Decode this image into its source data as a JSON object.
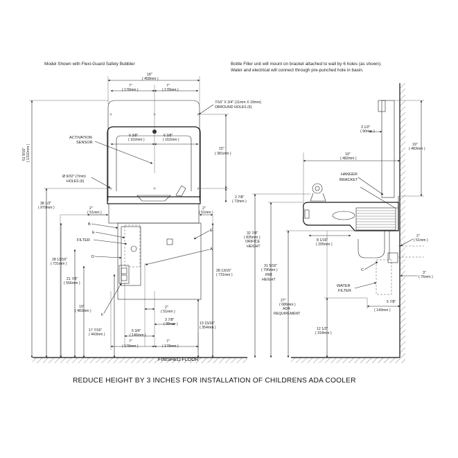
{
  "notes": {
    "left": "Model Shown with Flexi-Guard Safety Bubbler",
    "right_line1": "Bottle Filler unit will mount on bracket attached to wall by 6 holes (as shown).",
    "right_line2": "Water and electrical will connect through pre-punched hole in basin."
  },
  "front_view": {
    "width": "18\"",
    "width_mm": "( 458mm )",
    "d7a": "7\"",
    "d7a_mm": "( 178mm )",
    "d7b": "7\"",
    "d7b_mm": "( 178mm )",
    "obround": "7/16\" X 3/4\" (11mm X 19mm)",
    "obround2": "OBROUND HOLES (6)",
    "activation": "ACTIVATION",
    "sensor": "SENSOR",
    "s638a": "6 3/8\"",
    "s638a_mm": "( 162mm )",
    "s638b": "6 3/8\"",
    "s638b_mm": "( 162mm )",
    "d15": "15\"",
    "d15_mm": "( 381mm )",
    "holes1": "Ø 9/32\" (7mm)",
    "holes2": "HOLES (6)",
    "d278": "2 7/8\"",
    "d278_mm": "( 73mm )",
    "h51": "51 9/16\"",
    "h51_mm": "( 1310mm )",
    "h38": "38 1/2\"",
    "h38_mm": "( 979mm )",
    "d2a": "2\"",
    "d2a_mm": "( 51mm )",
    "d2b": "2\"",
    "d2b_mm": "( 51mm )",
    "B": "B",
    "E1": "E",
    "E2": "E",
    "filter": "FILTER",
    "D": "D",
    "A": "A",
    "F": "F",
    "h2813a": "28 13/16\"",
    "h2813a_mm": "( 731mm )",
    "h2813b": "28 13/16\"",
    "h2813b_mm": "( 731mm )",
    "h2178": "21 7/8\"",
    "h2178_mm": "( 556mm )",
    "h19": "19\"",
    "h19_mm": "( 483mm )",
    "h17": "17 7/16\"",
    "h17_mm": "( 443mm )",
    "d2c": "2\"",
    "d2c_mm": "( 51mm )",
    "d378": "3 7/8\"",
    "d378_mm": "( 98mm )",
    "d534": "5 3/4\"",
    "d534_mm": "( 146mm )",
    "h1315": "13 15/16\"",
    "h1315_mm": "( 354mm )",
    "d7c": "7\"",
    "d7c_mm": "( 178mm )",
    "d7d": "7\"",
    "d7d_mm": "( 178mm )",
    "floor": "FINISHED FLOOR"
  },
  "side_view": {
    "d312": "3 1/2\"",
    "d312_mm": "( 90mm )",
    "d19": "19\"",
    "d19_mm": "( 482mm )",
    "d19v": "19\"",
    "d19v_mm": "( 483mm )",
    "hanger1": "HANGER",
    "hanger2": "BRACKET",
    "orifice": "32 7/8\"",
    "orifice_mm": "( 835mm )",
    "orifice_l1": "ORIFICE",
    "orifice_l2": "HEIGHT",
    "d818": "8 1/16\"",
    "d818_mm": "( 205mm )",
    "d2r": "2\"",
    "d2r_mm": "( 51mm )",
    "rim": "31 5/16\"",
    "rim_mm": "( 796mm )",
    "rim_l1": "RIM",
    "rim_l2": "HEIGHT",
    "C": "C",
    "d3r": "3\"",
    "d3r_mm": "( 76mm )",
    "ada": "27\"",
    "ada_mm": "( 686mm )",
    "ada_l1": "ADA",
    "ada_l2": "REQUIREMENT",
    "water1": "WATER",
    "water2": "FILTER",
    "d578": "5 7/8\"",
    "d578_mm": "( 149mm )",
    "d1212": "12 1/2\"",
    "d1212_mm": "( 318mm )"
  },
  "footer": "REDUCE HEIGHT BY 3 INCHES FOR INSTALLATION OF CHILDRENS ADA COOLER"
}
